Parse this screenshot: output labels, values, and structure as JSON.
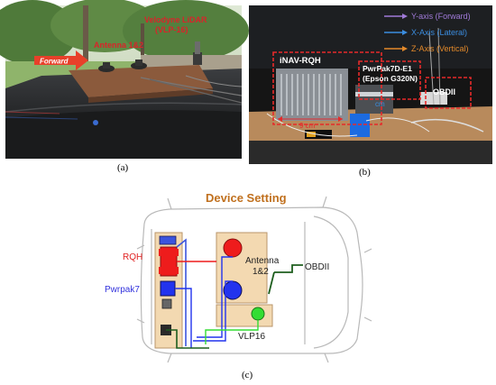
{
  "panel_a": {
    "lidar_label_line1": "Velodyne LiDAR",
    "lidar_label_line2": "(VLP-16)",
    "antenna_label": "Antenna 1&2",
    "forward_label": "Forward",
    "caption": "(a)"
  },
  "panel_b": {
    "y_axis": "Y-axis (Forward)",
    "x_axis": "X-Axis (Lateral)",
    "z_axis": "Z-Axis (Vertical)",
    "inav_label": "iNAV-RQH",
    "pwrpak_line1": "PwrPak7D-E1",
    "pwrpak_line2": "(Epson G320N)",
    "obdii_label": "OBDII",
    "dim_9cm": "9 cm",
    "dim_cm": "cm",
    "caption": "(b)"
  },
  "panel_c": {
    "title": "Device Setting",
    "rqh": "RQH",
    "pwrpak7": "Pwrpak7",
    "antenna_line1": "Antenna",
    "antenna_line2": "1&2",
    "obdii": "OBDII",
    "vlp16": "VLP16",
    "caption": "(c)"
  },
  "colors": {
    "box_fill": "#f3d9b1",
    "box_stroke": "#b8956a",
    "red_marker": "#ee1c1c",
    "blue_marker": "#2233ee",
    "green_marker": "#33dd33",
    "title_color": "#c0701e",
    "rqh_text": "#e02020",
    "pwrpak_text": "#3333dd",
    "dashed_red": "#e62a2a"
  }
}
